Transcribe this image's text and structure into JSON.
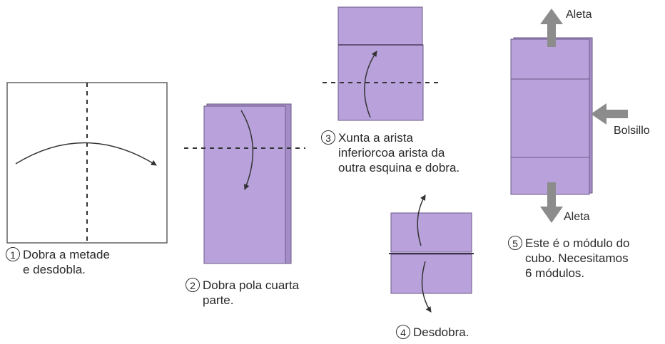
{
  "colors": {
    "paper": "#b9a2db",
    "paper_edge": "#6c5a87",
    "arrow_gray": "#8c8c8c"
  },
  "steps": [
    {
      "number": "1",
      "text_lines": [
        "Dobra a metade",
        "e desdobla."
      ]
    },
    {
      "number": "2",
      "text_lines": [
        "Dobra pola cuarta",
        "parte."
      ]
    },
    {
      "number": "3",
      "text_lines": [
        "Xunta a arista",
        "inferiorcoa arista da",
        "outra esquina e dobra."
      ]
    },
    {
      "number": "4",
      "text_lines": [
        "Desdobra."
      ]
    },
    {
      "number": "5",
      "text_lines": [
        "Este é o módulo do",
        "cubo. Necesitamos",
        "6 módulos."
      ]
    }
  ],
  "labels": {
    "flap_top": "Aleta",
    "pocket": "Bolsillo",
    "flap_bottom": "Aleta"
  }
}
